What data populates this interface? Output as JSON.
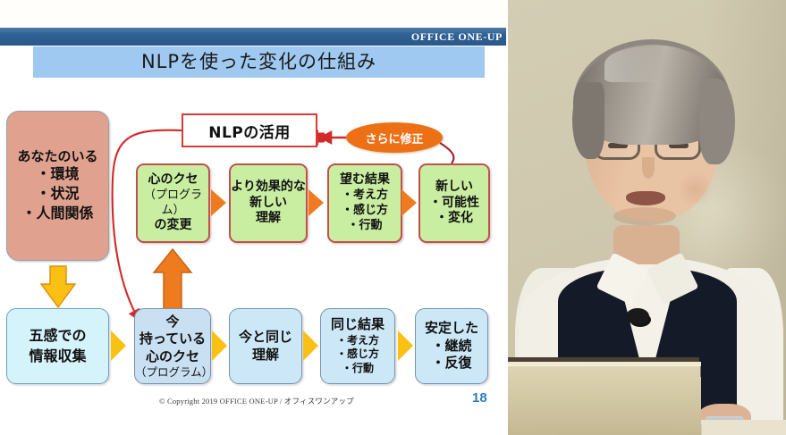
{
  "slide": {
    "brand": "OFFICE ONE-UP",
    "title": "NLPを使った変化の仕組み",
    "copyright": "© Copyright 2019 OFFICE ONE-UP / オフィスワンアップ",
    "page_number": "18",
    "colors": {
      "header_band": "#2f6094",
      "title_bg": "#9fc9f0",
      "pink_box": "#e0a18f",
      "green_box": "#c9eea2",
      "green_border": "#c0504d",
      "blue_box": "#cce8f7",
      "blue_box_light": "#d4f3fb",
      "orange_arrow": "#ef7b1f",
      "yellow_arrow": "#fbc014",
      "red_line": "#d02a2a",
      "page_number_color": "#2f7bbf"
    },
    "nodes": {
      "situation": {
        "line1": "あなたのいる",
        "line2": "・環境",
        "line3": "・状況",
        "line4": "・人間関係"
      },
      "nlp": {
        "label": "NLPの活用"
      },
      "further_fix": {
        "label": "さらに修正"
      },
      "upper_row": [
        {
          "line1": "心のクセ",
          "line2": "（プログラム）",
          "line3": "の変更"
        },
        {
          "line1": "より効果的な",
          "line2": "新しい",
          "line3": "理解"
        },
        {
          "line1": "望む結果",
          "line2": "・考え方",
          "line3": "・感じ方",
          "line4": "・行動"
        },
        {
          "line1": "新しい",
          "line2": "・可能性",
          "line3": "・変化"
        }
      ],
      "lower_row": [
        {
          "line1": "五感での",
          "line2": "情報収集"
        },
        {
          "line1": "今",
          "line2": "持っている",
          "line3": "心のクセ",
          "line4": "（プログラム）"
        },
        {
          "line1": "今と同じ",
          "line2": "理解"
        },
        {
          "line1": "同じ結果",
          "line2": "・考え方",
          "line3": "・感じ方",
          "line4": "・行動"
        },
        {
          "line1": "安定した",
          "line2": "・継続",
          "line3": "・反復"
        }
      ]
    }
  },
  "video": {
    "description": "seated-presenter-webcam",
    "colors": {
      "wall": "#cfc8ae",
      "vest": "#151a28",
      "shirt": "#f2efe6",
      "hair": "#9b958c",
      "laptop": "#cfc49f"
    }
  }
}
